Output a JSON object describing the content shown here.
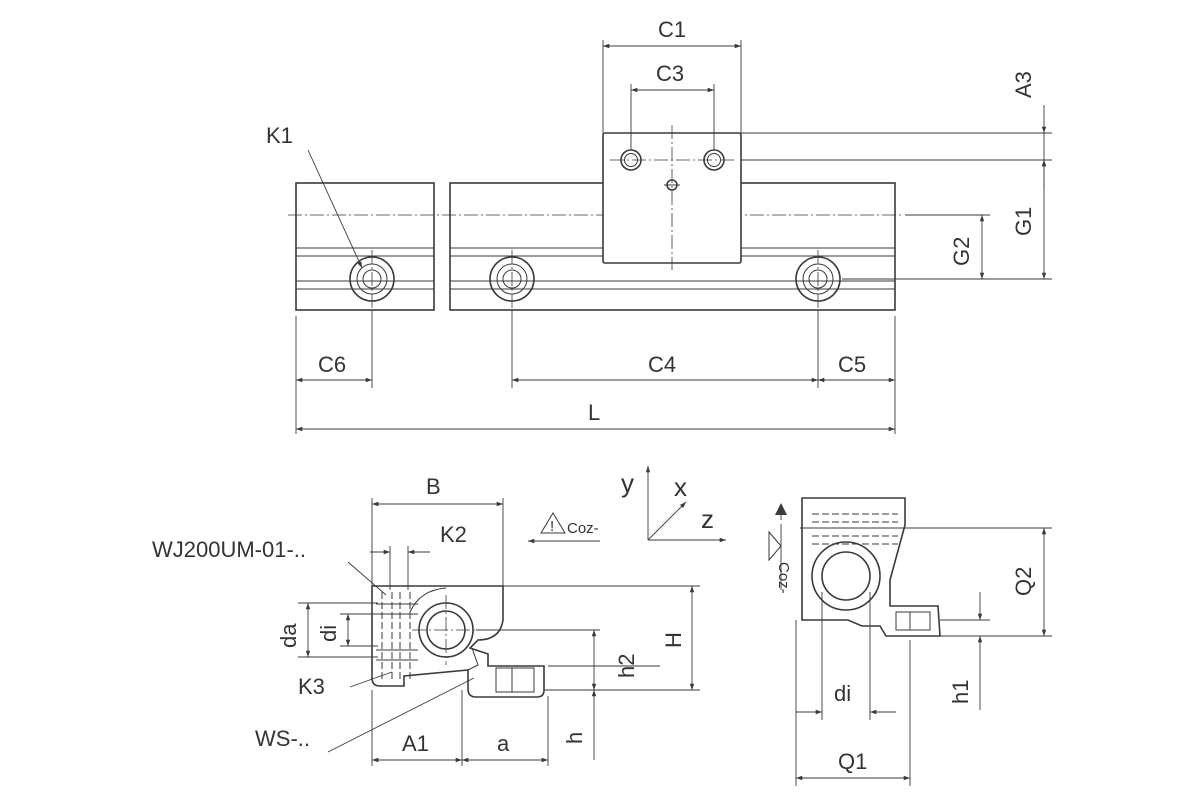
{
  "dimensions": {
    "C1": "C1",
    "C3": "C3",
    "A3": "A3",
    "G1": "G1",
    "G2": "G2",
    "K1": "K1",
    "C6": "C6",
    "C4": "C4",
    "C5": "C5",
    "L": "L",
    "B": "B",
    "K2": "K2",
    "da": "da",
    "di": "di",
    "K3": "K3",
    "H": "H",
    "h2": "h2",
    "h": "h",
    "A1": "A1",
    "a": "a",
    "Q1": "Q1",
    "Q2": "Q2",
    "h1": "h1"
  },
  "part_labels": {
    "rail_support": "WJ200UM-01-..",
    "shaft": "WS-.."
  },
  "axes": {
    "y": "y",
    "x": "x",
    "z": "z"
  },
  "force": {
    "label": "Coz-",
    "warning_symbol": "!"
  }
}
